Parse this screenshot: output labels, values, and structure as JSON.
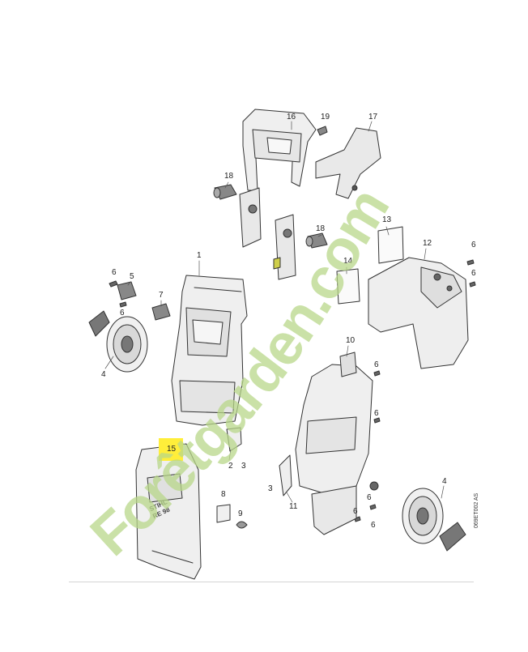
{
  "diagram": {
    "labels": {
      "n1": "1",
      "n2": "2",
      "n3a": "3",
      "n3b": "3",
      "n4a": "4",
      "n4b": "4",
      "n5": "5",
      "n6a": "6",
      "n6b": "6",
      "n6c": "6",
      "n6d": "6",
      "n6e": "6",
      "n6f": "6",
      "n6g": "6",
      "n6h": "6",
      "n6i": "6",
      "n7": "7",
      "n8": "8",
      "n9": "9",
      "n10": "10",
      "n11": "11",
      "n12": "12",
      "n13": "13",
      "n14": "14",
      "n15": "15",
      "n16": "16",
      "n17": "17",
      "n18a": "18",
      "n18b": "18",
      "n19": "19"
    },
    "highlight_color": "#ffee3a",
    "document_reference": "069ET002 AS",
    "brand_plate": {
      "line1": "STIHL",
      "line2": "RE 98"
    }
  },
  "watermark": {
    "text": "Forêtgarden.com",
    "color": "#b8d78a",
    "accent_color": "#f5a623"
  }
}
